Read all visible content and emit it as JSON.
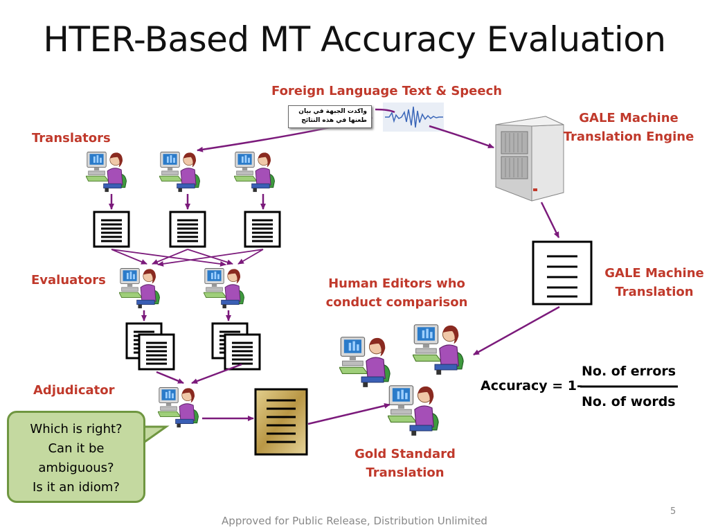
{
  "slide": {
    "title": "HTER-Based MT Accuracy Evaluation",
    "labels": {
      "foreign": "Foreign Language Text & Speech",
      "translators": "Translators",
      "evaluators": "Evaluators",
      "adjudicator": "Adjudicator",
      "gale_engine_1": "GALE Machine",
      "gale_engine_2": "Translation Engine",
      "gale_mt_1": "GALE Machine",
      "gale_mt_2": "Translation",
      "editors_1": "Human Editors who",
      "editors_2": "conduct comparison",
      "gold_1": "Gold Standard",
      "gold_2": "Translation"
    },
    "arabic_text": {
      "line1": "واكدت الجبهة في بيان",
      "line2": "طعنها في هذه النتائج"
    },
    "callout_lines": [
      "Which is right?",
      "Can it be",
      "ambiguous?",
      "Is it an idiom?"
    ],
    "formula": {
      "left": "Accuracy = 1-",
      "numerator": "No. of errors",
      "denominator": "No. of words"
    },
    "footer": "Approved for Public Release, Distribution Unlimited",
    "page_number": "5",
    "colors": {
      "arrow": "#7b1a7b",
      "label_red": "#c0392b",
      "callout_fill": "#c4d9a0",
      "callout_border": "#6f9640",
      "gold_doc": "#c9ad60"
    }
  }
}
